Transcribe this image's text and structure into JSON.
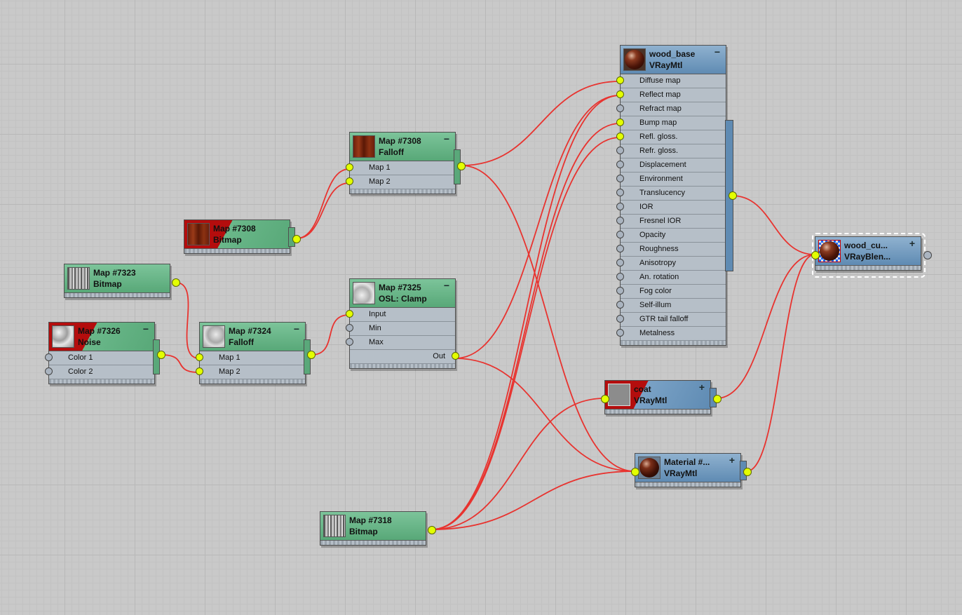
{
  "colors": {
    "wire": "#e8332f",
    "socket_on": "#e3ff00",
    "map_header": "#58a878",
    "mtl_header": "#5f8bb3",
    "missing": "#b40d0d"
  },
  "nodes": {
    "map7308_falloff": {
      "name": "Map #7308",
      "type": "Falloff",
      "slots": [
        "Map 1",
        "Map 2"
      ]
    },
    "map7308_bitmap": {
      "name": "Map #7308",
      "type": "Bitmap"
    },
    "map7323": {
      "name": "Map #7323",
      "type": "Bitmap"
    },
    "map7326": {
      "name": "Map #7326",
      "type": "Noise",
      "slots": [
        "Color 1",
        "Color 2"
      ]
    },
    "map7324": {
      "name": "Map #7324",
      "type": "Falloff",
      "slots": [
        "Map 1",
        "Map 2"
      ]
    },
    "map7325": {
      "name": "Map #7325",
      "type": "OSL: Clamp",
      "slots": [
        "Input",
        "Min",
        "Max",
        "Out"
      ]
    },
    "map7318": {
      "name": "Map #7318",
      "type": "Bitmap"
    },
    "wood_base": {
      "name": "wood_base",
      "type": "VRayMtl",
      "slots": [
        "Diffuse map",
        "Reflect map",
        "Refract map",
        "Bump map",
        "Refl. gloss.",
        "Refr. gloss.",
        "Displacement",
        "Environment",
        "Translucency",
        "IOR",
        "Fresnel IOR",
        "Opacity",
        "Roughness",
        "Anisotropy",
        "An. rotation",
        "Fog color",
        "Self-illum",
        "GTR tail falloff",
        "Metalness"
      ]
    },
    "coat": {
      "name": "coat",
      "type": "VRayMtl"
    },
    "material": {
      "name": "Material  #...",
      "type": "VRayMtl"
    },
    "wood_cut": {
      "name": "wood_cu...",
      "type": "VRayBlen..."
    }
  },
  "icons": {
    "minus": "−",
    "plus": "+"
  }
}
